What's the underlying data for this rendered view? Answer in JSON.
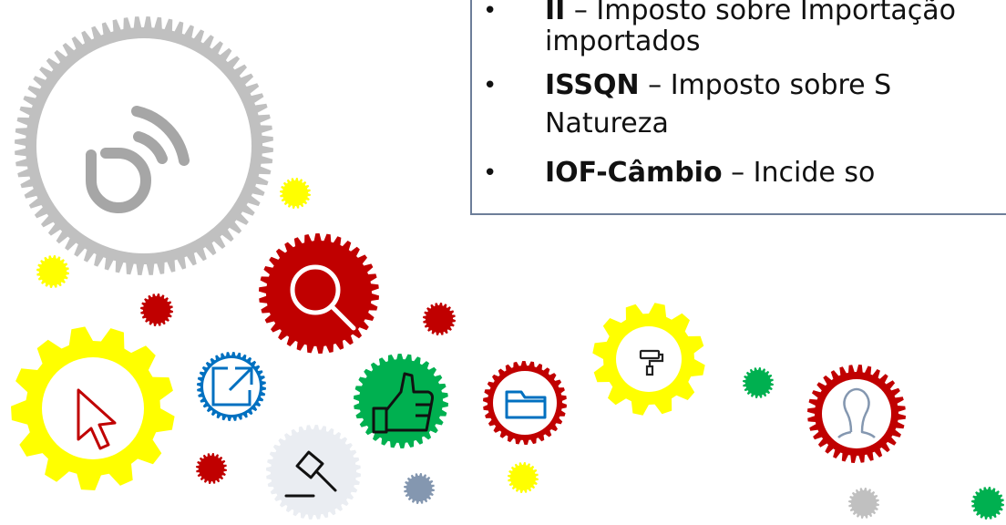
{
  "text_box": {
    "bullets": [
      {
        "term": "II",
        "line1": " – Imposto sobre Importação",
        "line2": "importados"
      },
      {
        "term": "ISSQN",
        "line1": " – Imposto sobre S",
        "line2": "Natureza"
      },
      {
        "term": "IOF-Câmbio",
        "line1": " – Incide so",
        "line2": ""
      }
    ],
    "bullet_glyph": "•"
  },
  "colors": {
    "gray": "#c0c0c0",
    "red": "#c00000",
    "yellow": "#ffff00",
    "green": "#00b050",
    "blue": "#0070c0",
    "slate": "#8497b0",
    "light": "#eaedf2",
    "frame": "#6d7e99"
  },
  "icons": {
    "feed": "feed-icon",
    "search": "magnifier-icon",
    "cursor": "cursor-icon",
    "share": "external-link-icon",
    "like": "thumbs-up-icon",
    "folder": "folder-icon",
    "paint": "paint-roller-icon",
    "person": "person-icon",
    "gavel": "gavel-icon"
  }
}
